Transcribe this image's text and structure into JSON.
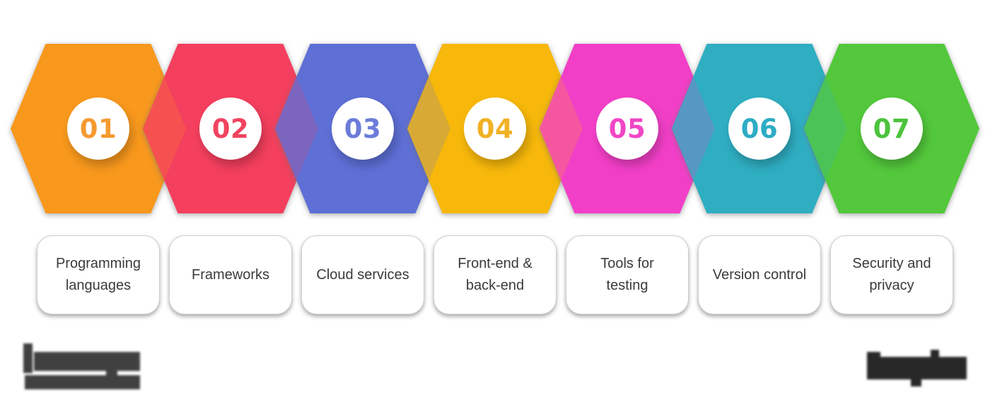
{
  "background_color": "#FFFFFF",
  "steps": [
    {
      "number": "01",
      "label": "Programming\nlanguages",
      "hex_color": "#F8981D",
      "number_color": "#F59A30"
    },
    {
      "number": "02",
      "label": "Frameworks",
      "hex_color": "#F43F5E",
      "number_color": "#F2445F"
    },
    {
      "number": "03",
      "label": "Cloud services",
      "hex_color": "#5E6FD6",
      "number_color": "#6B7CD9"
    },
    {
      "number": "04",
      "label": "Front-end &\nback-end",
      "hex_color": "#F7B80B",
      "number_color": "#F0B125"
    },
    {
      "number": "05",
      "label": "Tools for\ntesting",
      "hex_color": "#F23FC7",
      "number_color": "#F046C5"
    },
    {
      "number": "06",
      "label": "Version control",
      "hex_color": "#2FAEC2",
      "number_color": "#2EACC4"
    },
    {
      "number": "07",
      "label": "Security and\nprivacy",
      "hex_color": "#53C83C",
      "number_color": "#4CC33C"
    }
  ],
  "overlap_colors": [
    "#F55151",
    "#7C65BE",
    "#D8A934",
    "#F4579F",
    "#5698C3",
    "#4CC357"
  ]
}
